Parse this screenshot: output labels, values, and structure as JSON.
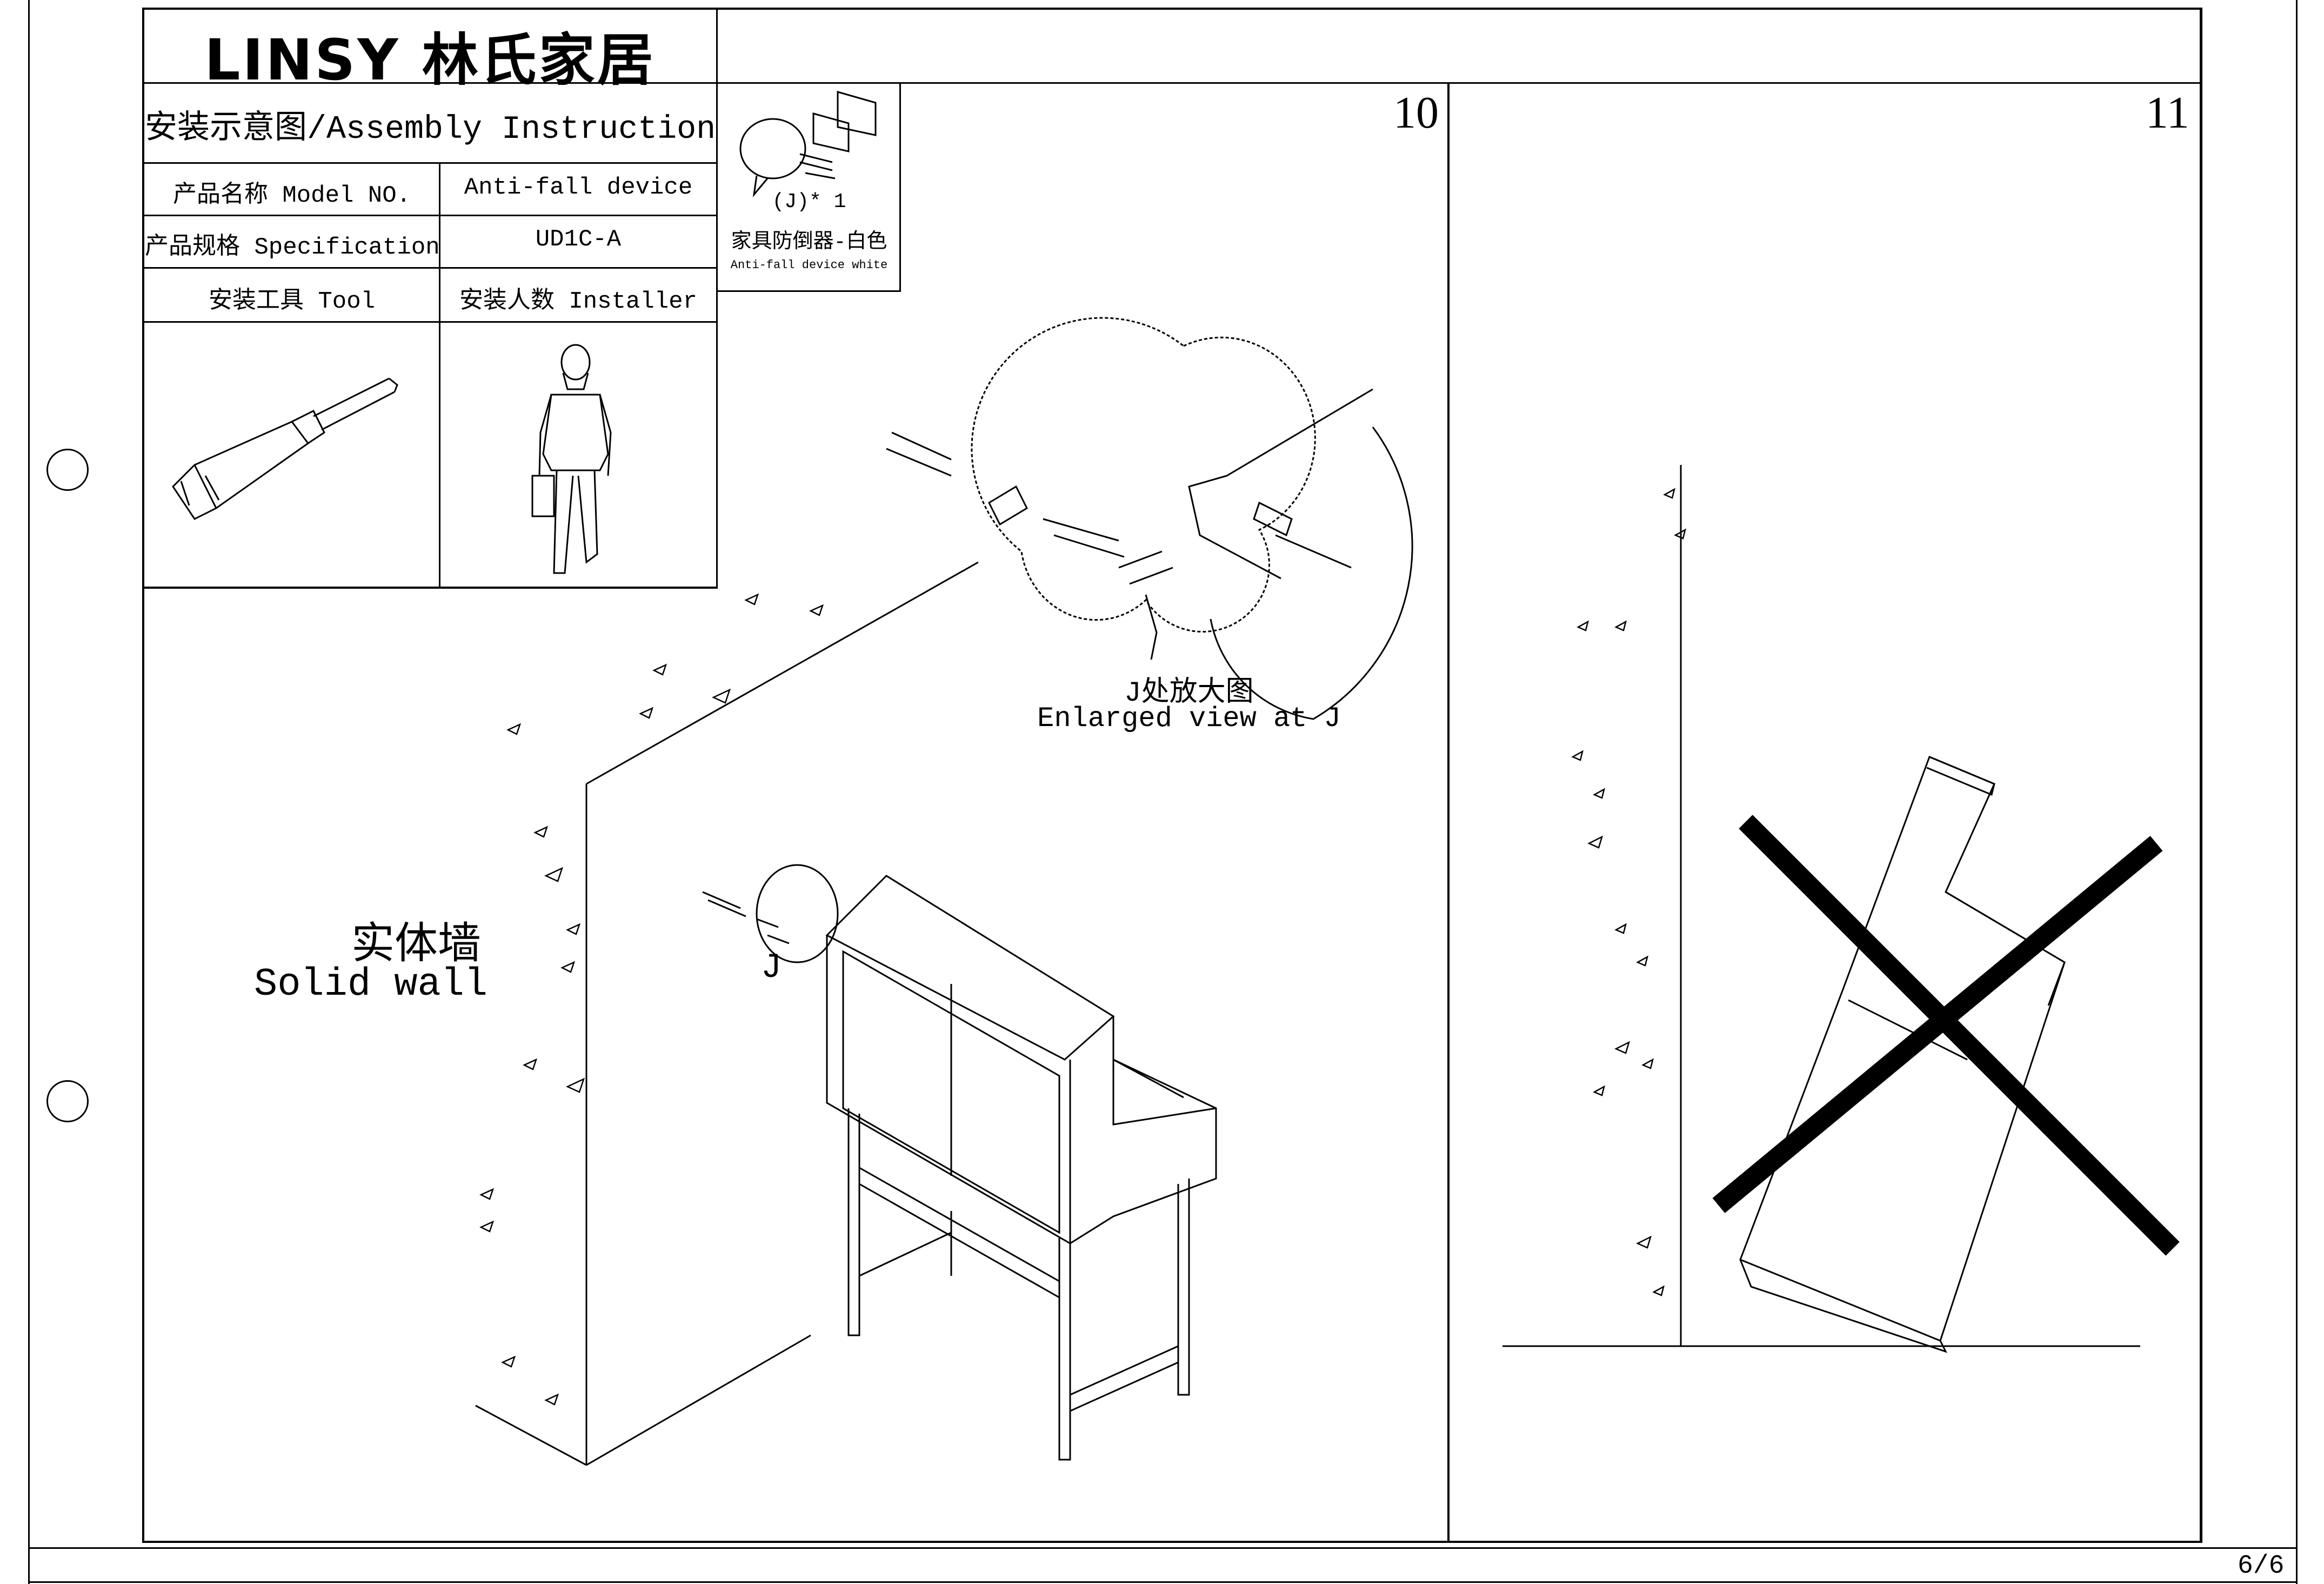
{
  "header": {
    "brand": "LINSY 林氏家居",
    "title": "安装示意图/Assembly Instruction"
  },
  "info_table": {
    "model_label": "产品名称 Model NO.",
    "model_value": "Anti-fall device",
    "spec_label": "产品规格 Specification",
    "spec_value": "UD1C-A",
    "tool_label": "安装工具 Tool",
    "installer_label": "安装人数 Installer"
  },
  "part": {
    "quantity": "(J)* 1",
    "name_cn": "家具防倒器-白色",
    "name_en": "Anti-fall device  white"
  },
  "step10": {
    "number": "10",
    "enlarged_cn": "J处放大图",
    "enlarged_en": "Enlarged view at J",
    "wall_cn": "实体墙",
    "wall_en": "Solid wall",
    "marker_j": "J"
  },
  "step11": {
    "number": "11"
  },
  "footer": {
    "page_number": "6/6"
  }
}
